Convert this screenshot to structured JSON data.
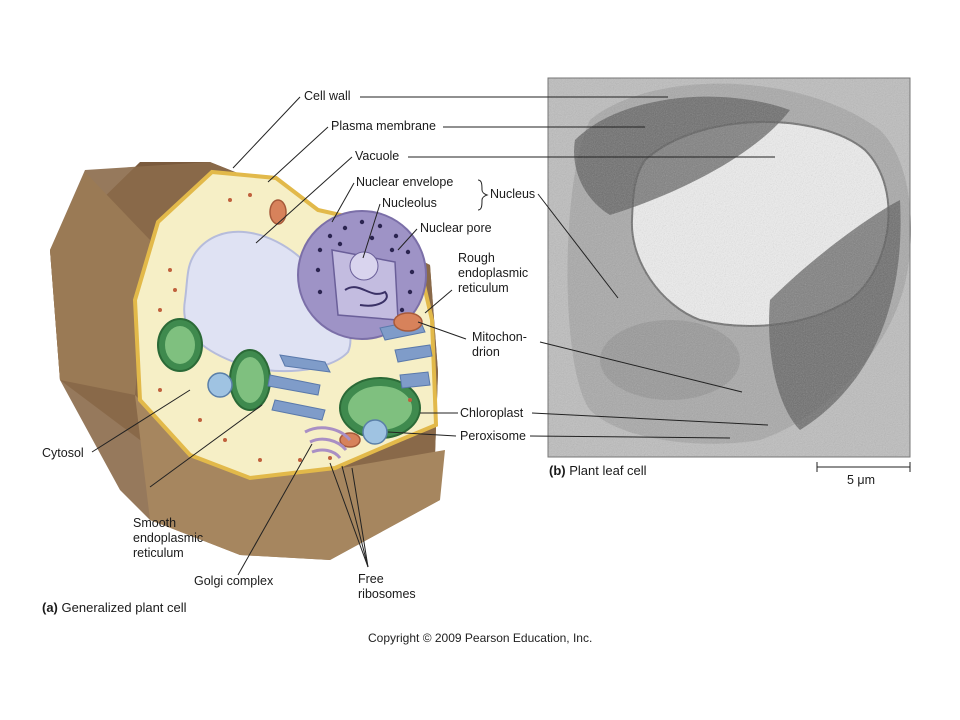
{
  "labels_left": {
    "cell_wall": "Cell wall",
    "plasma_membrane": "Plasma membrane",
    "vacuole": "Vacuole",
    "nuclear_envelope": "Nuclear envelope",
    "nucleolus": "Nucleolus",
    "nucleus": "Nucleus",
    "nuclear_pore": "Nuclear pore",
    "rough_er_1": "Rough",
    "rough_er_2": "endoplasmic",
    "rough_er_3": "reticulum",
    "mito_1": "Mitochon-",
    "mito_2": "drion",
    "chloroplast": "Chloroplast",
    "peroxisome": "Peroxisome",
    "cytosol": "Cytosol",
    "smooth_er_1": "Smooth",
    "smooth_er_2": "endoplasmic",
    "smooth_er_3": "reticulum",
    "golgi": "Golgi complex",
    "ribo_1": "Free",
    "ribo_2": "ribosomes"
  },
  "captions": {
    "a_letter": "(a)",
    "a_text": "Generalized plant cell",
    "b_letter": "(b)",
    "b_text": "Plant leaf cell"
  },
  "scale_bar": {
    "label": "5 μm"
  },
  "copyright": "Copyright © 2009 Pearson Education, Inc.",
  "colors": {
    "wall_brown": "#8b6a4a",
    "cytoplasm": "#f6efc6",
    "vacuole": "#dfe2f3",
    "nucleus": "#9e93c6",
    "chloroplast": "#3f8a4e",
    "er_blue": "#7f9cc9",
    "mitochondrion": "#d7825b"
  }
}
